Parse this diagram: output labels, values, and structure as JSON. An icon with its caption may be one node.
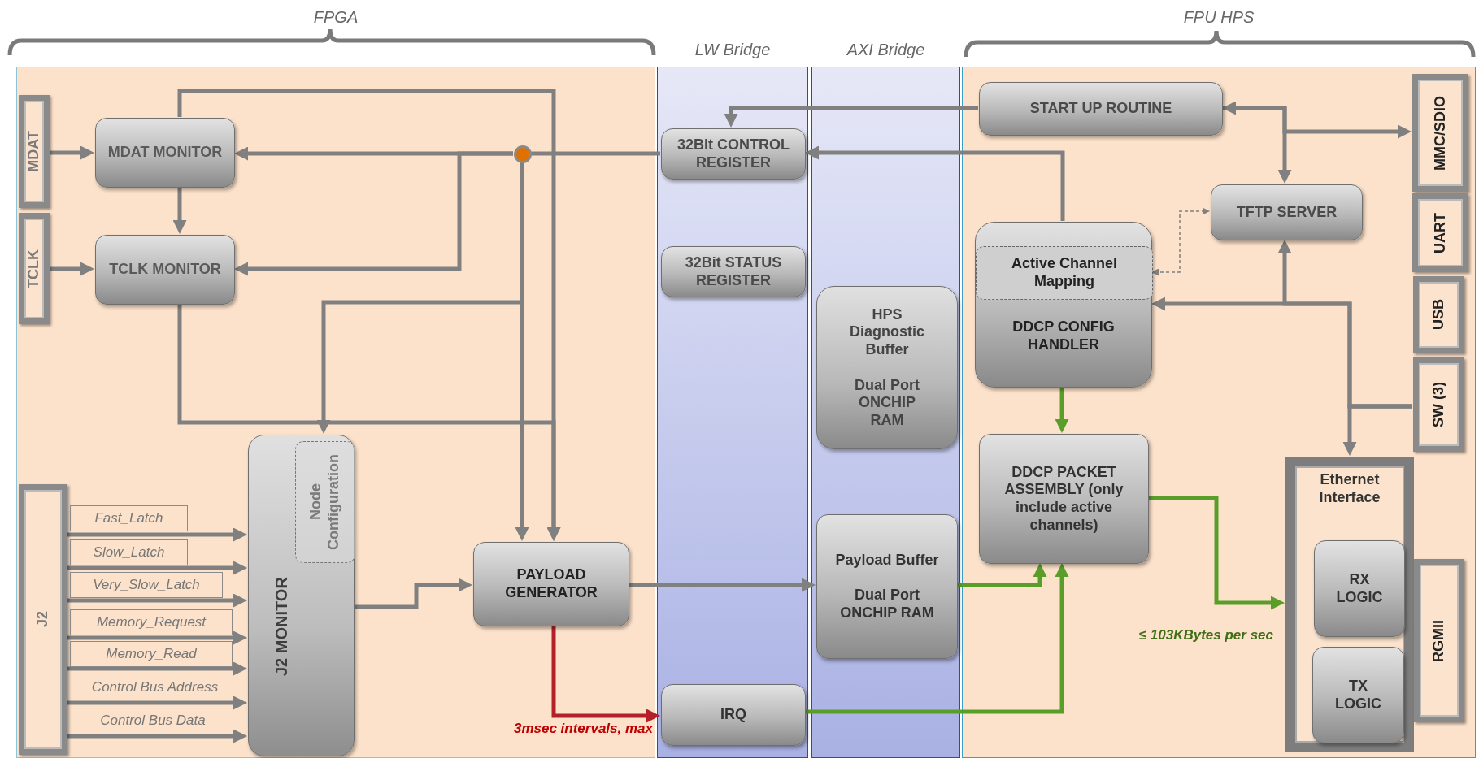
{
  "diagram": {
    "nodes": [
      {
        "text": [
          "FPGA"
        ]
      },
      {
        "text": [
          "LW Bridge"
        ]
      },
      {
        "text": [
          "AXI Bridge"
        ]
      },
      {
        "text": [
          "FPU HPS"
        ]
      },
      {
        "text": [
          "MDAT"
        ],
        "in": 0
      },
      {
        "text": [
          "TCLK"
        ],
        "in": 0
      },
      {
        "text": [
          "MDAT MONITOR"
        ],
        "in": 0
      },
      {
        "text": [
          "TCLK MONITOR"
        ],
        "in": 0
      },
      {
        "text": [],
        "shape": "circle",
        "in": 0
      },
      {
        "text": [
          "J2"
        ],
        "in": 0
      },
      {
        "text": [
          "J2 MONITOR"
        ],
        "in": 0
      },
      {
        "text": [
          "Node Configuration"
        ],
        "in": 10
      },
      {
        "text": [
          "PAYLOAD GENERATOR"
        ],
        "in": 0
      },
      {
        "text": [
          "32Bit CONTROL REGISTER"
        ],
        "in": 1
      },
      {
        "text": [
          "32Bit STATUS REGISTER"
        ],
        "in": 1
      },
      {
        "text": [
          "IRQ"
        ],
        "in": 1
      },
      {
        "text": [
          "HPS Diagnostic Buffer",
          "Dual Port ONCHIP RAM"
        ],
        "in": 2
      },
      {
        "text": [
          "Payload Buffer",
          "Dual Port ONCHIP RAM"
        ],
        "in": 2
      },
      {
        "text": [
          "START UP ROUTINE"
        ],
        "in": 3
      },
      {
        "text": [
          "MMC/SDIO"
        ],
        "in": 3
      },
      {
        "text": [
          "TFTP SERVER"
        ],
        "in": 3
      },
      {
        "text": [
          "UART"
        ],
        "in": 3
      },
      {
        "text": [
          "DDCP CONFIG HANDLER"
        ],
        "in": 3
      },
      {
        "text": [
          "Active Channel Mapping"
        ],
        "in": 22
      },
      {
        "text": [
          "USB"
        ],
        "in": 3
      },
      {
        "text": [
          "SW (3)"
        ],
        "in": 3
      },
      {
        "text": [
          "DDCP PACKET ASSEMBLY (only include active channels)"
        ],
        "in": 3
      },
      {
        "text": [
          "Ethernet Interface"
        ],
        "in": 3
      },
      {
        "text": [
          "RX LOGIC"
        ],
        "in": 27
      },
      {
        "text": [
          "TX LOGIC"
        ],
        "in": 27
      },
      {
        "text": [
          "RGMII"
        ],
        "in": 3
      }
    ],
    "edges": [
      {
        "from": 4,
        "to": 6,
        "arrow": "to"
      },
      {
        "from": 5,
        "to": 7,
        "arrow": "to"
      },
      {
        "from": 6,
        "to": 7,
        "arrow": "to"
      },
      {
        "from": 13,
        "to": 8,
        "arrow": "none"
      },
      {
        "from": 8,
        "to": 6,
        "arrow": "to"
      },
      {
        "from": 8,
        "to": 7,
        "arrow": "to"
      },
      {
        "from": 8,
        "to": 10,
        "arrow": "to"
      },
      {
        "from": 8,
        "to": 12,
        "arrow": "to"
      },
      {
        "from": 6,
        "to": 12,
        "arrow": "to"
      },
      {
        "from": 7,
        "to": 12,
        "arrow": "to"
      },
      {
        "from": 9,
        "to": 10,
        "arrow": "to",
        "label": "Fast_Latch"
      },
      {
        "from": 9,
        "to": 10,
        "arrow": "to",
        "label": "Slow_Latch"
      },
      {
        "from": 9,
        "to": 10,
        "arrow": "to",
        "label": "Very_Slow_Latch"
      },
      {
        "from": 9,
        "to": 10,
        "arrow": "to",
        "label": "Memory_Request"
      },
      {
        "from": 9,
        "to": 10,
        "arrow": "to",
        "label": "Memory_Read"
      },
      {
        "from": 9,
        "to": 10,
        "arrow": "to",
        "label": "Control Bus Address"
      },
      {
        "from": 9,
        "to": 10,
        "arrow": "to",
        "label": "Control Bus Data"
      },
      {
        "from": 10,
        "to": 12,
        "arrow": "to"
      },
      {
        "from": 12,
        "to": 17,
        "arrow": "to"
      },
      {
        "from": 12,
        "to": 15,
        "arrow": "to",
        "label": "3msec intervals, max",
        "color": "#b3202a"
      },
      {
        "from": 17,
        "to": 26,
        "arrow": "to",
        "color": "#5a9e2a"
      },
      {
        "from": 15,
        "to": 26,
        "arrow": "to",
        "color": "#5a9e2a"
      },
      {
        "from": 22,
        "to": 26,
        "arrow": "to",
        "color": "#5a9e2a"
      },
      {
        "from": 26,
        "to": 27,
        "arrow": "to",
        "label": "≤ 103KBytes per sec",
        "color": "#5a9e2a"
      },
      {
        "from": 18,
        "to": 13,
        "arrow": "to"
      },
      {
        "from": 22,
        "to": 13,
        "arrow": "to"
      },
      {
        "from": 18,
        "to": 19,
        "arrow": "both"
      },
      {
        "from": 18,
        "to": 20,
        "arrow": "to"
      },
      {
        "from": 23,
        "to": 20,
        "arrow": "both",
        "style": "dashed"
      },
      {
        "from": 25,
        "to": 22,
        "arrow": "to"
      },
      {
        "from": 25,
        "to": 20,
        "arrow": "to"
      },
      {
        "from": 25,
        "to": 27,
        "arrow": "to"
      }
    ]
  }
}
